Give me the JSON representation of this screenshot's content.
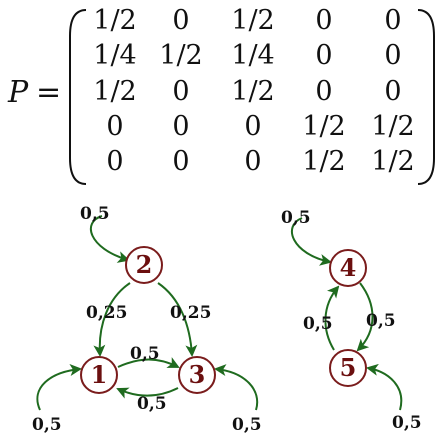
{
  "matrix": {
    "symbol": "P",
    "equals": "=",
    "rows": [
      [
        "1/2",
        "0",
        "1/2",
        "0",
        "0"
      ],
      [
        "1/4",
        "1/2",
        "1/4",
        "0",
        "0"
      ],
      [
        "1/2",
        "0",
        "1/2",
        "0",
        "0"
      ],
      [
        "0",
        "0",
        "0",
        "1/2",
        "1/2"
      ],
      [
        "0",
        "0",
        "0",
        "1/2",
        "1/2"
      ]
    ]
  },
  "graph": {
    "nodes": [
      {
        "id": "1",
        "label": "1"
      },
      {
        "id": "2",
        "label": "2"
      },
      {
        "id": "3",
        "label": "3"
      },
      {
        "id": "4",
        "label": "4"
      },
      {
        "id": "5",
        "label": "5"
      }
    ],
    "edges": [
      {
        "from": "2",
        "to": "2",
        "label": "0,5"
      },
      {
        "from": "2",
        "to": "1",
        "label": "0,25"
      },
      {
        "from": "2",
        "to": "3",
        "label": "0,25"
      },
      {
        "from": "1",
        "to": "3",
        "label": "0,5"
      },
      {
        "from": "3",
        "to": "1",
        "label": "0,5"
      },
      {
        "from": "1",
        "to": "1",
        "label": "0,5"
      },
      {
        "from": "3",
        "to": "3",
        "label": "0,5"
      },
      {
        "from": "4",
        "to": "4",
        "label": "0,5"
      },
      {
        "from": "4",
        "to": "5",
        "label": "0,5"
      },
      {
        "from": "5",
        "to": "4",
        "label": "0,5"
      },
      {
        "from": "5",
        "to": "5",
        "label": "0,5"
      }
    ],
    "colors": {
      "edge": "#1f6b1f",
      "node_stroke": "#7a1c1c",
      "node_label": "#6b0f0f"
    }
  }
}
